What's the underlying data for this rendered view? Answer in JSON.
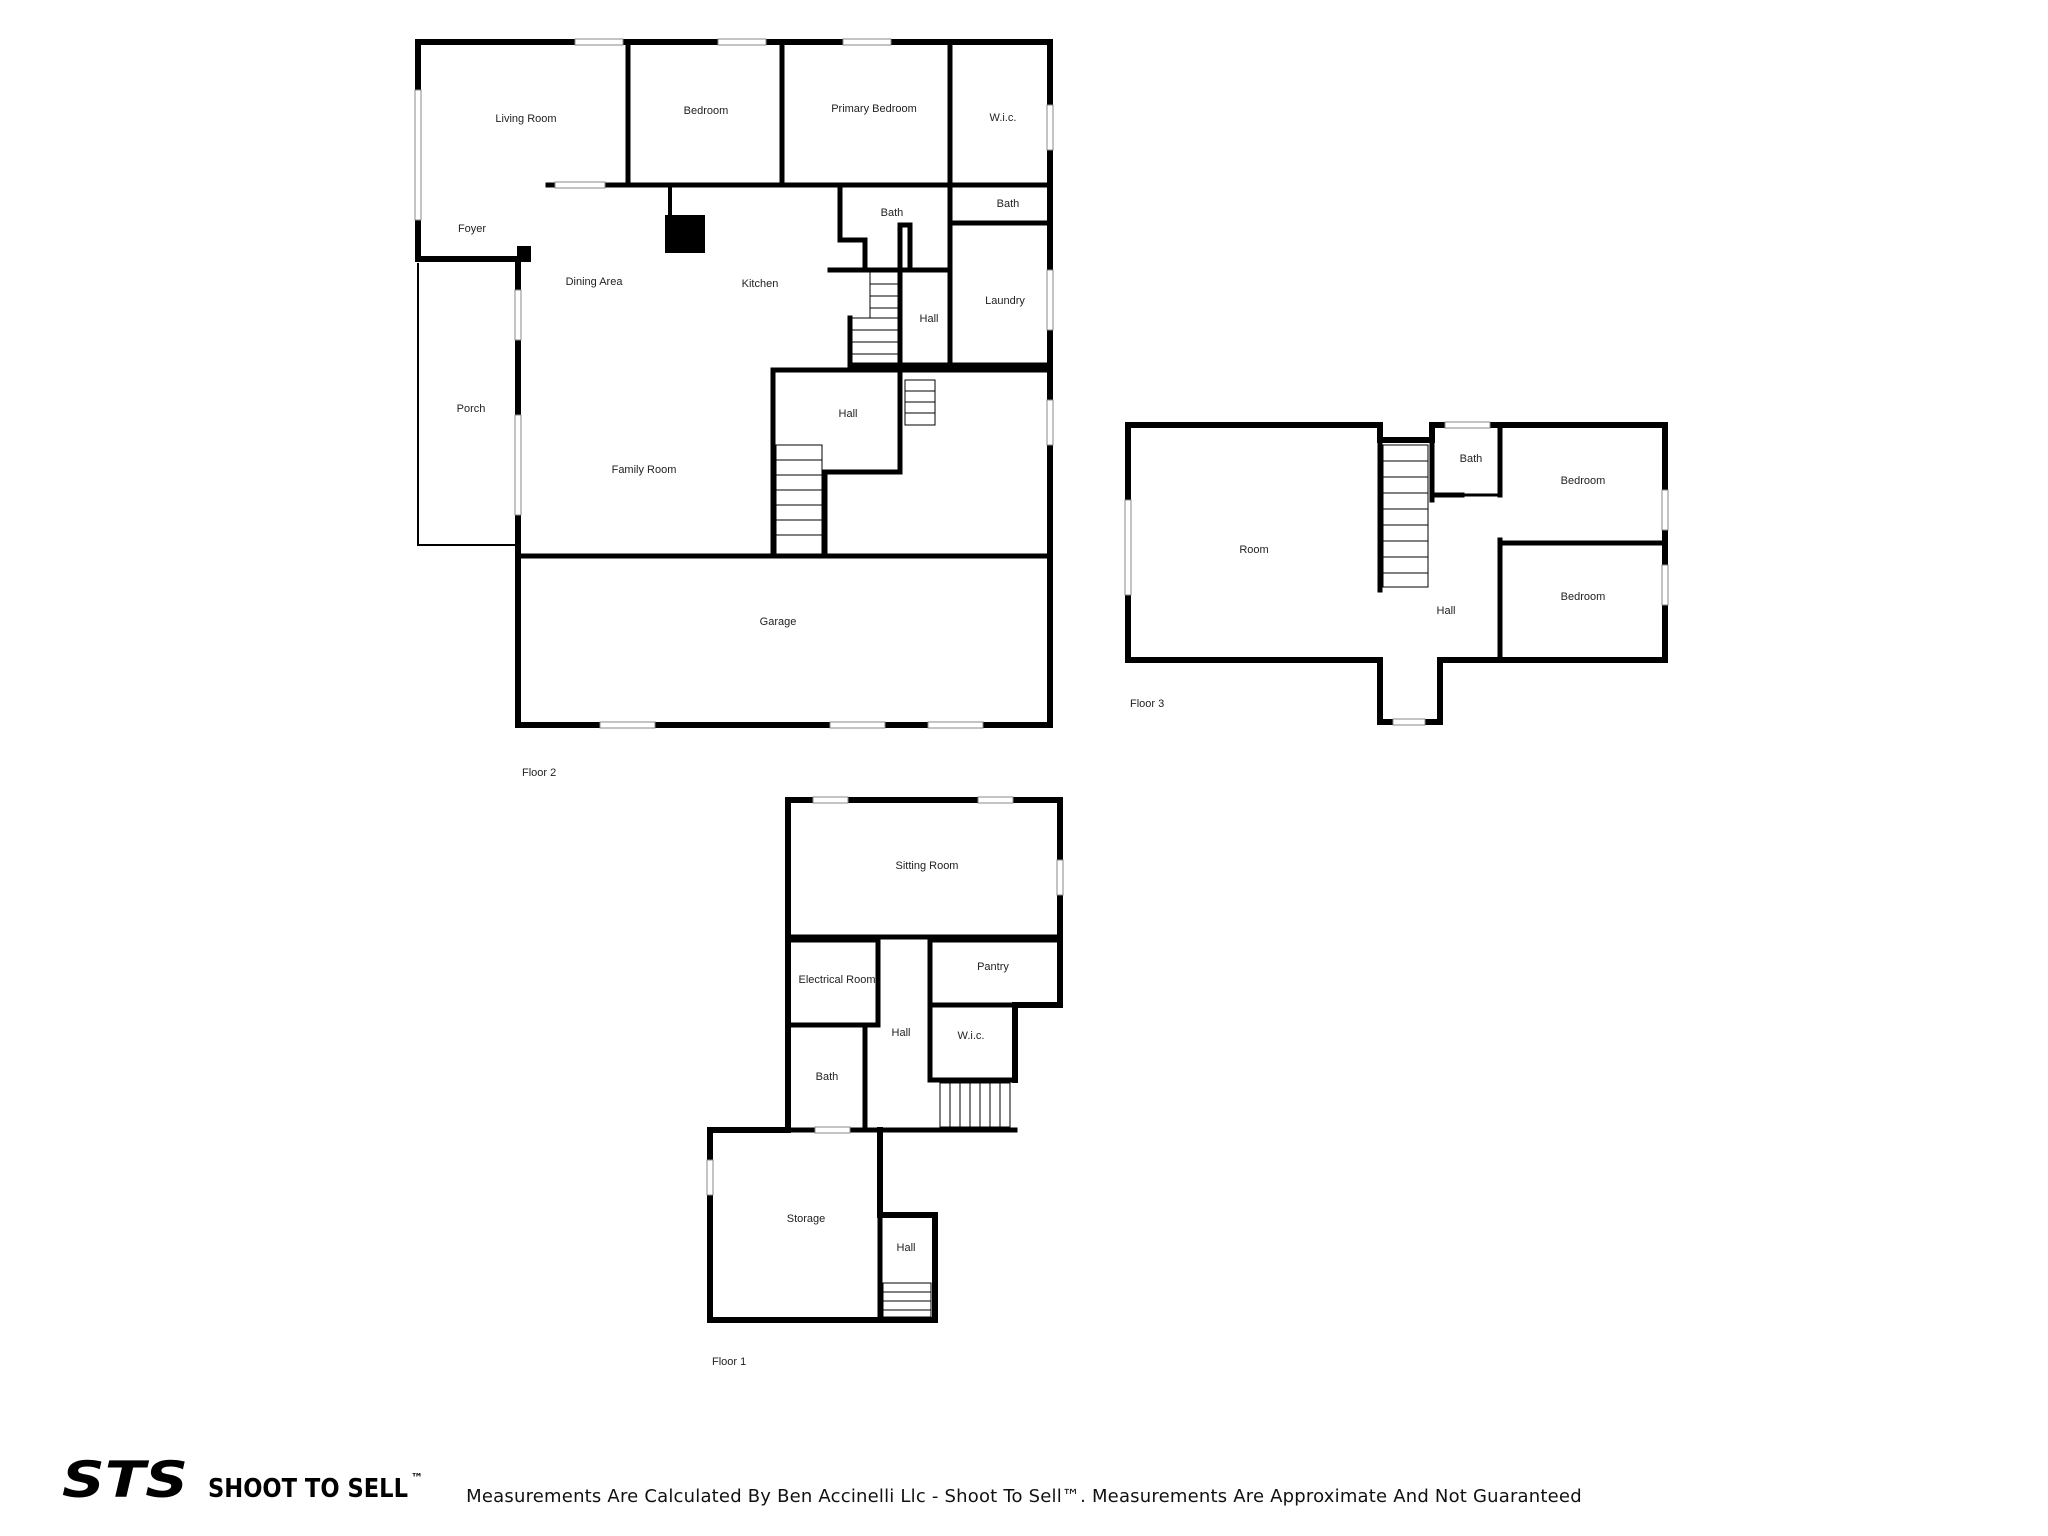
{
  "brand": {
    "logo_text": "STS",
    "name": "SHOOT TO SELL",
    "tm": "™"
  },
  "disclaimer": "Measurements Are Calculated By Ben Accinelli Llc - Shoot To Sell™. Measurements Are Approximate And Not Guaranteed",
  "floors": {
    "floor2": {
      "label": "Floor 2",
      "rooms": {
        "living_room": "Living Room",
        "bedroom": "Bedroom",
        "primary_bedroom": "Primary Bedroom",
        "wic": "W.i.c.",
        "foyer": "Foyer",
        "dining_area": "Dining Area",
        "kitchen": "Kitchen",
        "bath_1": "Bath",
        "bath_2": "Bath",
        "hall_1": "Hall",
        "laundry": "Laundry",
        "porch": "Porch",
        "hall_2": "Hall",
        "family_room": "Family Room",
        "garage": "Garage"
      }
    },
    "floor3": {
      "label": "Floor 3",
      "rooms": {
        "room": "Room",
        "bath": "Bath",
        "bedroom_1": "Bedroom",
        "bedroom_2": "Bedroom",
        "hall": "Hall"
      }
    },
    "floor1": {
      "label": "Floor 1",
      "rooms": {
        "sitting_room": "Sitting Room",
        "electrical_room": "Electrical Room",
        "pantry": "Pantry",
        "hall_1": "Hall",
        "wic": "W.i.c.",
        "bath": "Bath",
        "storage": "Storage",
        "hall_2": "Hall"
      }
    }
  }
}
